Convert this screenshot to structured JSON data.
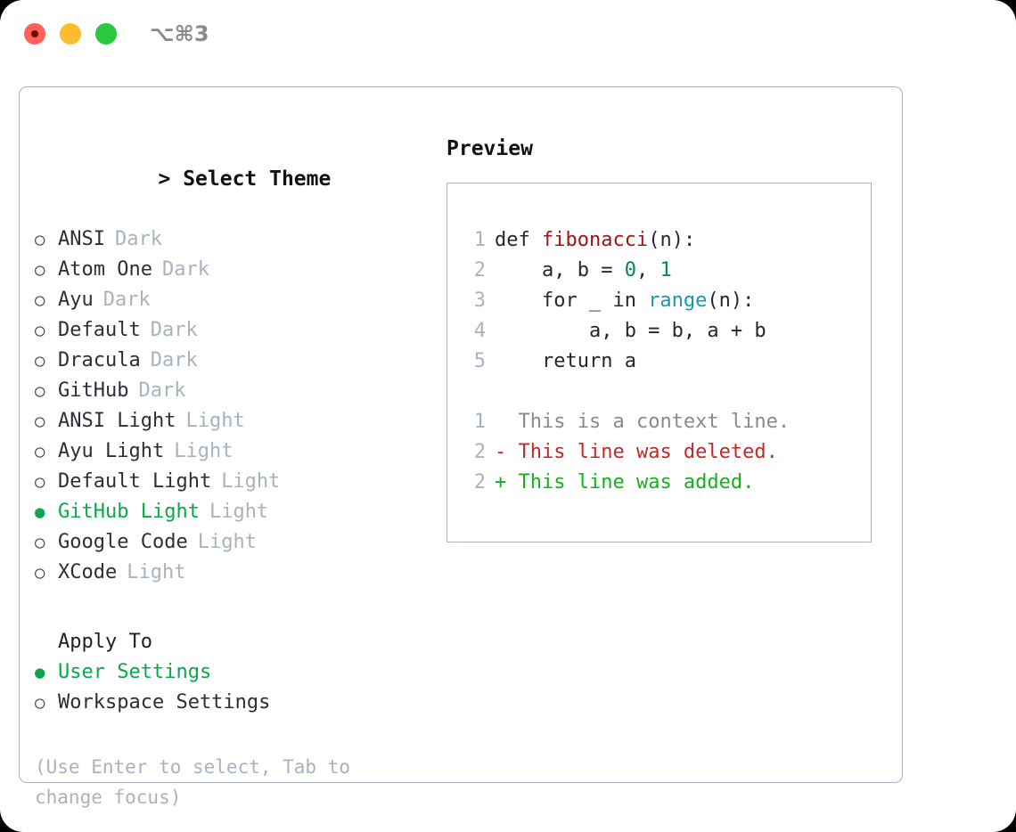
{
  "titlebar": {
    "shortcut": "⌥⌘3",
    "lights": [
      "close",
      "minimize",
      "maximize"
    ]
  },
  "left": {
    "heading_prefix": "> ",
    "heading": "Select Theme",
    "themes": [
      {
        "marker": "○",
        "name": "ANSI",
        "badge": "Dark",
        "selected": false
      },
      {
        "marker": "○",
        "name": "Atom One",
        "badge": "Dark",
        "selected": false
      },
      {
        "marker": "○",
        "name": "Ayu",
        "badge": "Dark",
        "selected": false
      },
      {
        "marker": "○",
        "name": "Default",
        "badge": "Dark",
        "selected": false
      },
      {
        "marker": "○",
        "name": "Dracula",
        "badge": "Dark",
        "selected": false
      },
      {
        "marker": "○",
        "name": "GitHub",
        "badge": "Dark",
        "selected": false
      },
      {
        "marker": "○",
        "name": "ANSI Light",
        "badge": "Light",
        "selected": false
      },
      {
        "marker": "○",
        "name": "Ayu Light",
        "badge": "Light",
        "selected": false
      },
      {
        "marker": "○",
        "name": "Default Light",
        "badge": "Light",
        "selected": false
      },
      {
        "marker": "●",
        "name": "GitHub Light",
        "badge": "Light",
        "selected": true
      },
      {
        "marker": "○",
        "name": "Google Code",
        "badge": "Light",
        "selected": false
      },
      {
        "marker": "○",
        "name": "XCode",
        "badge": "Light",
        "selected": false
      }
    ],
    "apply_to_label": "Apply To",
    "apply_to_options": [
      {
        "marker": "●",
        "name": "User Settings",
        "selected": true
      },
      {
        "marker": "○",
        "name": "Workspace Settings",
        "selected": false
      }
    ],
    "hint": "(Use Enter to select, Tab to change focus)"
  },
  "right": {
    "preview_title": "Preview",
    "code_lines": [
      {
        "no": "1",
        "tokens": [
          {
            "t": "def ",
            "c": "kw"
          },
          {
            "t": "fibonacci",
            "c": "fn"
          },
          {
            "t": "(n):",
            "c": "plain"
          }
        ]
      },
      {
        "no": "2",
        "tokens": [
          {
            "t": "    a, b = ",
            "c": "plain"
          },
          {
            "t": "0",
            "c": "num"
          },
          {
            "t": ", ",
            "c": "plain"
          },
          {
            "t": "1",
            "c": "num"
          }
        ]
      },
      {
        "no": "3",
        "tokens": [
          {
            "t": "    for _ in ",
            "c": "plain"
          },
          {
            "t": "range",
            "c": "builtin"
          },
          {
            "t": "(n):",
            "c": "plain"
          }
        ]
      },
      {
        "no": "4",
        "tokens": [
          {
            "t": "        a, b = b, a + b",
            "c": "plain"
          }
        ]
      },
      {
        "no": "5",
        "tokens": [
          {
            "t": "    return a",
            "c": "plain"
          }
        ]
      }
    ],
    "diff_lines": [
      {
        "no": "1",
        "sign": "  ",
        "text": "This is a context line.",
        "kind": "context"
      },
      {
        "no": "2",
        "sign": "- ",
        "text": "This line was deleted.",
        "kind": "del"
      },
      {
        "no": "2",
        "sign": "+ ",
        "text": "This line was added.",
        "kind": "add"
      }
    ]
  },
  "colors": {
    "accent_green": "#0aa84a",
    "border": "#aab4c2",
    "muted": "#a9b3c0",
    "diff_add": "#12b31a",
    "diff_del": "#c62828",
    "syntax_function": "#a31515",
    "syntax_number": "#098658",
    "syntax_builtin": "#1897b5"
  }
}
